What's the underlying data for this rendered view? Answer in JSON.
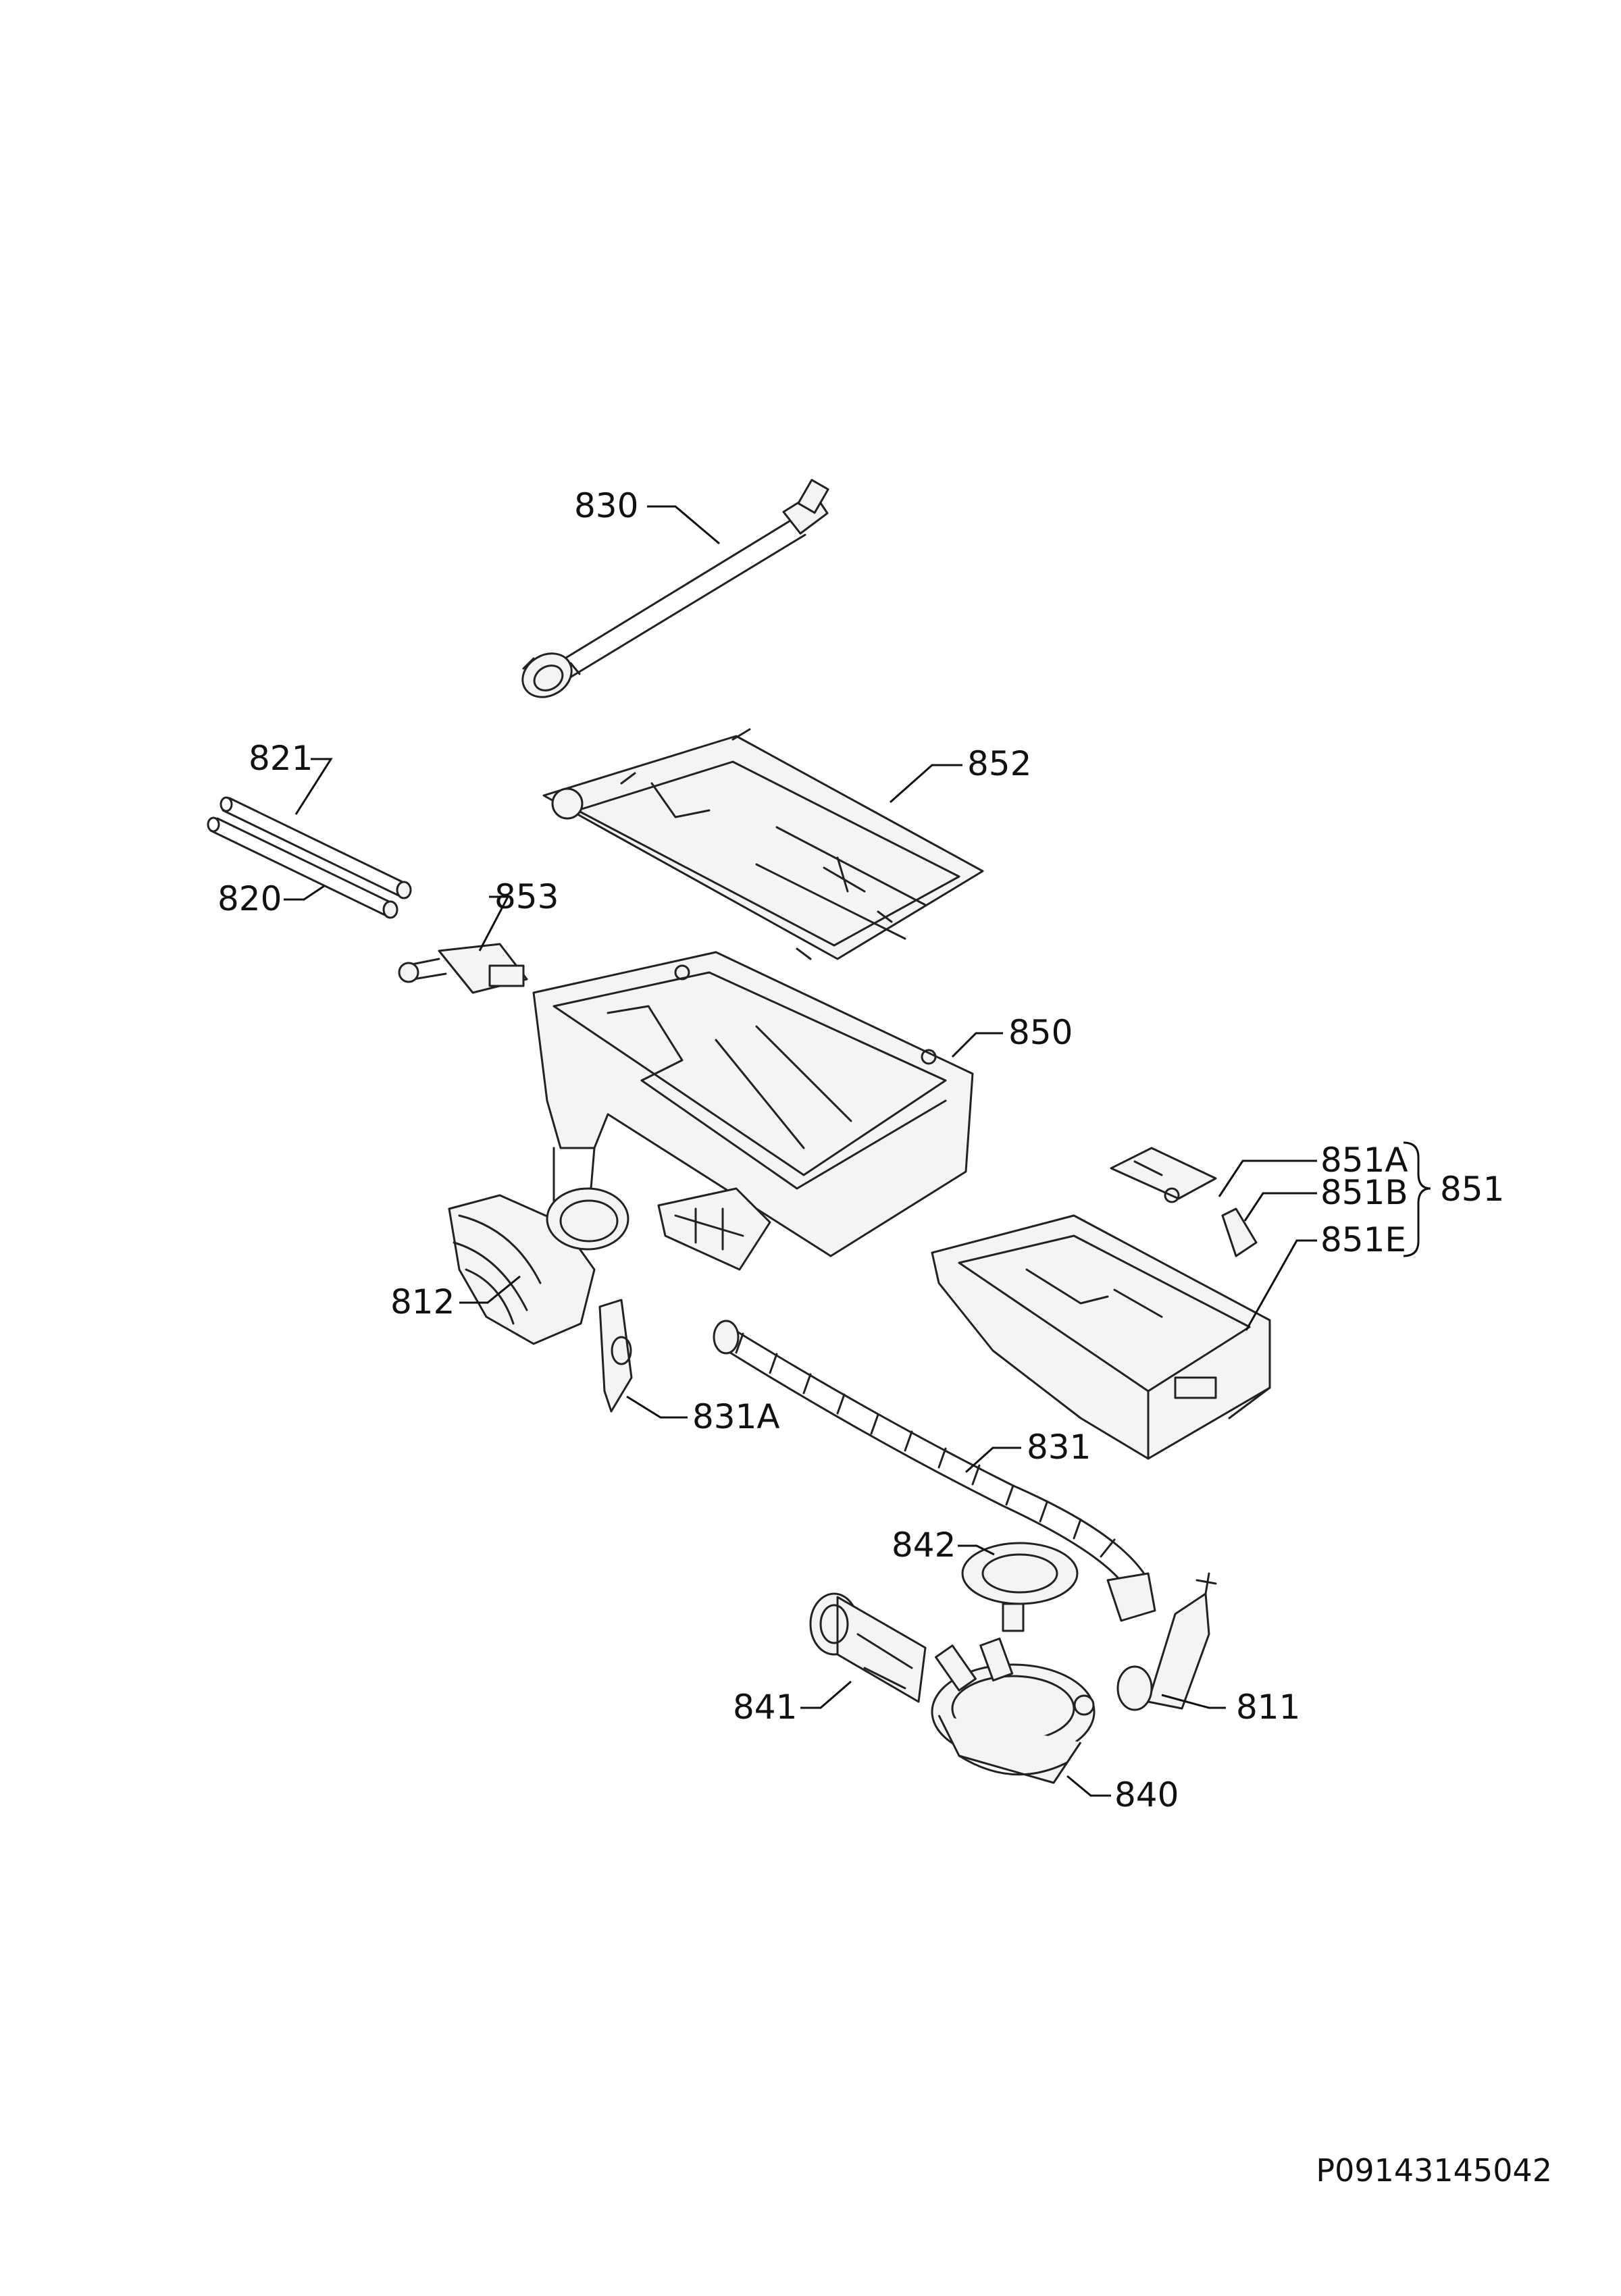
{
  "diagram": {
    "labels": {
      "p830": "830",
      "p852": "852",
      "p821": "821",
      "p820": "820",
      "p853": "853",
      "p850": "850",
      "p851A": "851A",
      "p851B": "851B",
      "p851E": "851E",
      "p851": "851",
      "p812": "812",
      "p831A": "831A",
      "p831": "831",
      "p842": "842",
      "p841": "841",
      "p811": "811",
      "p840": "840"
    },
    "drawing_code": "P09143145042"
  }
}
